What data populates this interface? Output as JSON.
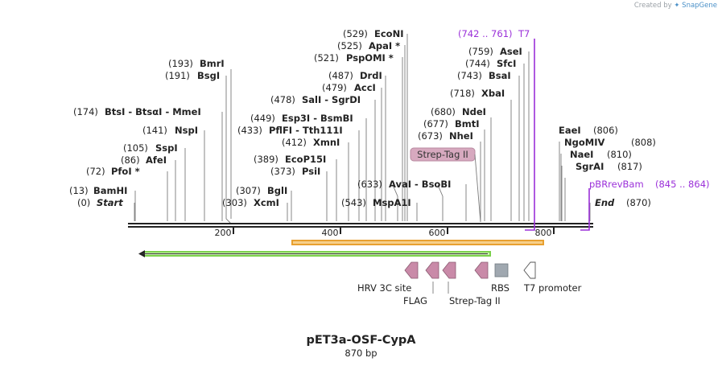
{
  "app": {
    "credit_prefix": "Created by",
    "credit_brand": "SnapGene",
    "plasmid_name": "pET3a-OSF-CypA",
    "plasmid_length": "870 bp"
  },
  "colors": {
    "backbone": "#222222",
    "feature_purple": "#9b30d9",
    "primer_line": "#888888",
    "orange_arrow": "#e8a030",
    "green_arrow": "#7ad04a",
    "tag_pink": "#c98aa8",
    "rbs_gray": "#a0a8b0",
    "promoter_white": "#ffffff"
  },
  "ruler": {
    "labels": [
      "200",
      "400",
      "600",
      "800"
    ]
  },
  "enzyme_sites": [
    {
      "pos": "(0)",
      "name": "Start",
      "style": "italic"
    },
    {
      "pos": "(13)",
      "name": "BamHI"
    },
    {
      "pos": "(72)",
      "name": "PfoI *"
    },
    {
      "pos": "(86)",
      "name": "AfeI"
    },
    {
      "pos": "(105)",
      "name": "SspI"
    },
    {
      "pos": "(141)",
      "name": "NspI"
    },
    {
      "pos": "(174)",
      "name": "BtsI  -  BtsαI  -  MmeI"
    },
    {
      "pos": "(191)",
      "name": "BsgI"
    },
    {
      "pos": "(193)",
      "name": "BmrI"
    },
    {
      "pos": "(303)",
      "name": "XcmI"
    },
    {
      "pos": "(307)",
      "name": "BglI"
    },
    {
      "pos": "(373)",
      "name": "PsiI"
    },
    {
      "pos": "(389)",
      "name": "EcoP15I"
    },
    {
      "pos": "(412)",
      "name": "XmnI"
    },
    {
      "pos": "(433)",
      "name": "PflFI  -  Tth111I"
    },
    {
      "pos": "(449)",
      "name": "Esp3I  -  BsmBI"
    },
    {
      "pos": "(478)",
      "name": "SalI  -  SgrDI"
    },
    {
      "pos": "(479)",
      "name": "AccI"
    },
    {
      "pos": "(487)",
      "name": "DrdI"
    },
    {
      "pos": "(521)",
      "name": "PspOMI *"
    },
    {
      "pos": "(525)",
      "name": "ApaI *"
    },
    {
      "pos": "(529)",
      "name": "EcoNI"
    },
    {
      "pos": "(543)",
      "name": "MspA1I"
    },
    {
      "pos": "(633)",
      "name": "AvaI  -  BsoBI"
    },
    {
      "pos": "(673)",
      "name": "NheI"
    },
    {
      "pos": "(677)",
      "name": "BmtI"
    },
    {
      "pos": "(680)",
      "name": "NdeI"
    },
    {
      "pos": "(718)",
      "name": "XbaI"
    },
    {
      "pos": "(743)",
      "name": "BsaI"
    },
    {
      "pos": "(744)",
      "name": "SfcI"
    },
    {
      "pos": "(759)",
      "name": "AseI"
    },
    {
      "pos": "(806)",
      "name": "EaeI"
    },
    {
      "pos": "(808)",
      "name": "NgoMIV"
    },
    {
      "pos": "(810)",
      "name": "NaeI"
    },
    {
      "pos": "(817)",
      "name": "SgrAI"
    },
    {
      "pos": "(870)",
      "name": "End",
      "style": "italic"
    }
  ],
  "primers": [
    {
      "name": "T7",
      "range": "(742 .. 761)"
    },
    {
      "name": "pBRrevBam",
      "range": "(845 .. 864)"
    }
  ],
  "feature_labels": {
    "strep_tag_box": "Strep-Tag II",
    "hrv": "HRV 3C site",
    "flag": "FLAG",
    "strep": "Strep-Tag II",
    "rbs": "RBS",
    "t7_promoter": "T7 promoter"
  }
}
